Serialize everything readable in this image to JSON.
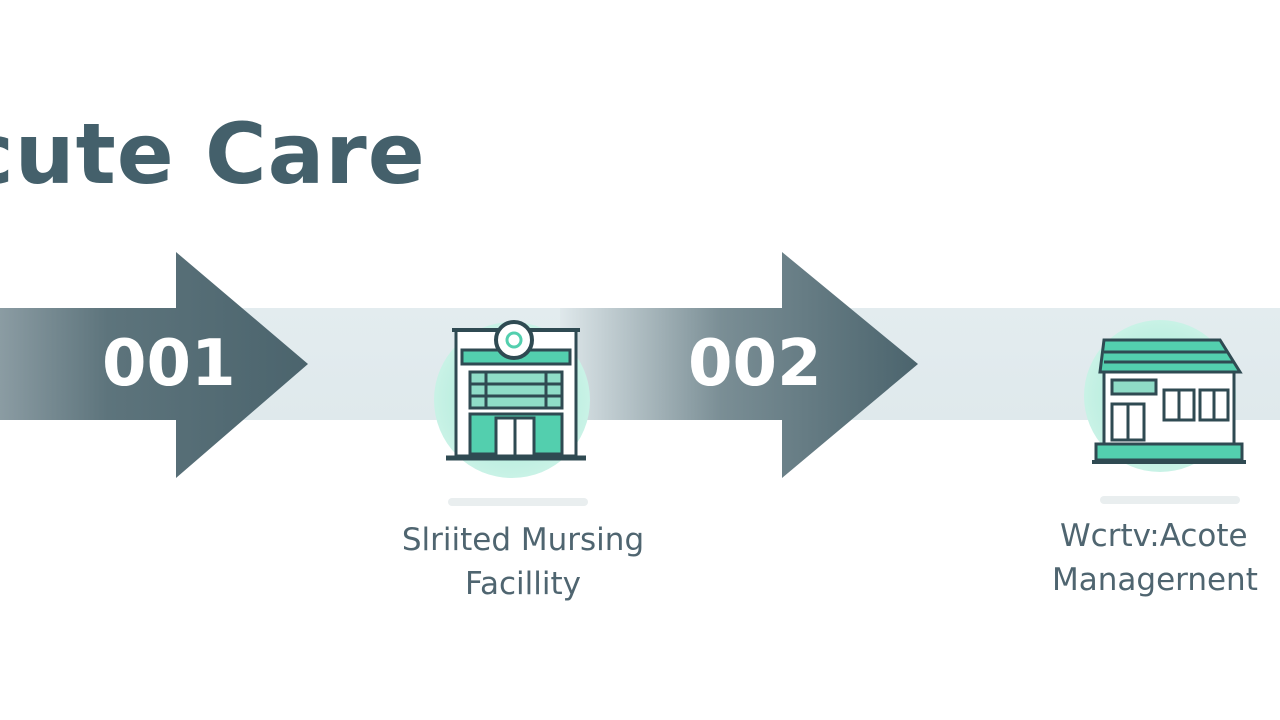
{
  "header": {
    "title": "cute Care",
    "subtitle": "t"
  },
  "steps": [
    {
      "number": "001",
      "icon": "hospital-icon"
    },
    {
      "number": "002",
      "icon": "house-icon"
    }
  ],
  "destinations": [
    {
      "line1": "Slriited Mursing",
      "line2": "Facillity"
    },
    {
      "line1": "Wcrtv:Acote",
      "line2": "Managernent"
    }
  ],
  "colors": {
    "arrow": "#4f6971",
    "accent": "#53cfae",
    "text": "#44606b",
    "band": "#e2ebee"
  }
}
